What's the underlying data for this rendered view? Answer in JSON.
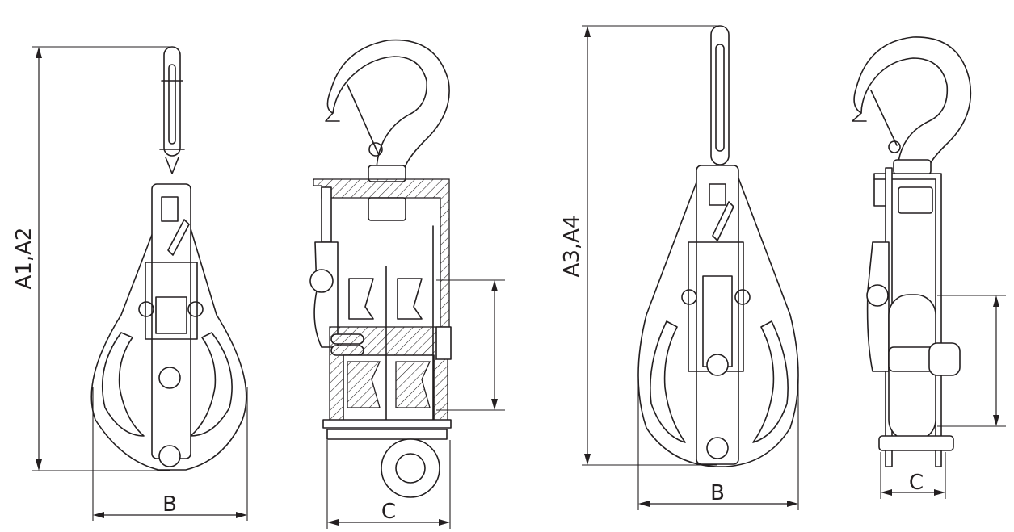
{
  "views": {
    "single_front": {
      "dimension_height_label": "A1,A2",
      "dimension_width_label": "B"
    },
    "single_side": {
      "dimension_width_label": "C"
    },
    "double_front": {
      "dimension_height_label": "A3,A4",
      "dimension_width_label": "B"
    },
    "double_side": {
      "dimension_width_label": "C"
    }
  },
  "colors": {
    "line": "#231f20",
    "background": "#ffffff"
  }
}
